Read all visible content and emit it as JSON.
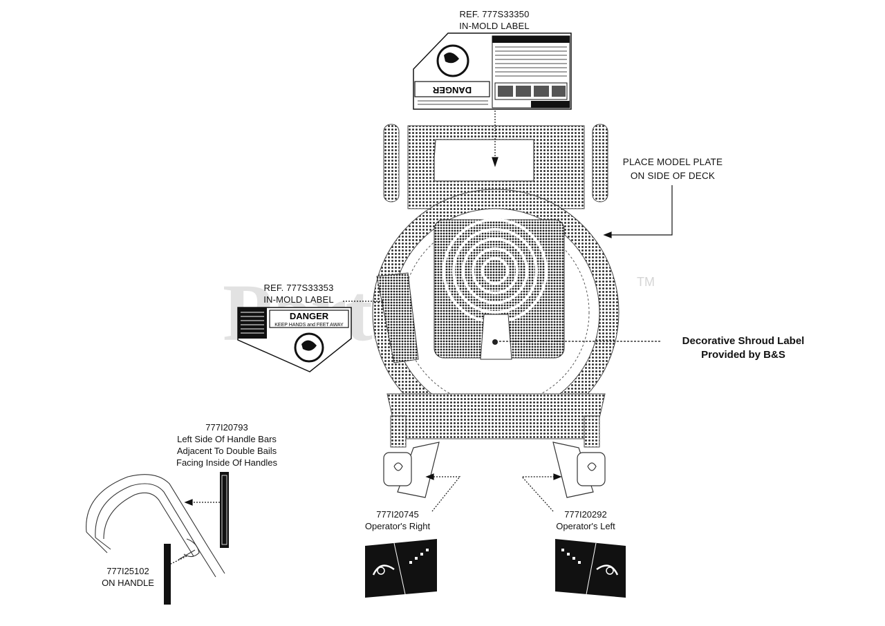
{
  "watermark": {
    "text": "PartsTree",
    "trademark": "TM"
  },
  "labels": {
    "ref_top": {
      "line1": "REF. 777S33350",
      "line2": "IN-MOLD LABEL"
    },
    "model_plate": {
      "line1": "PLACE MODEL PLATE",
      "line2": "ON SIDE OF DECK"
    },
    "ref_left": {
      "line1": "REF. 777S33353",
      "line2": "IN-MOLD LABEL"
    },
    "shroud": {
      "line1": "Decorative Shroud Label",
      "line2": "Provided by B&S"
    },
    "handle_bars": {
      "line1": "777I20793",
      "line2": "Left Side Of Handle Bars",
      "line3": "Adjacent To Double Bails",
      "line4": "Facing Inside Of Handles"
    },
    "operator_right": {
      "line1": "777I20745",
      "line2": "Operator's Right"
    },
    "operator_left": {
      "line1": "777I20292",
      "line2": "Operator's Left"
    },
    "on_handle": {
      "line1": "777I25102",
      "line2": "ON HANDLE"
    }
  },
  "decals": {
    "danger_top": "DANGER",
    "danger_left": "DANGER",
    "danger_left_sub": "KEEP HANDS and FEET AWAY"
  }
}
